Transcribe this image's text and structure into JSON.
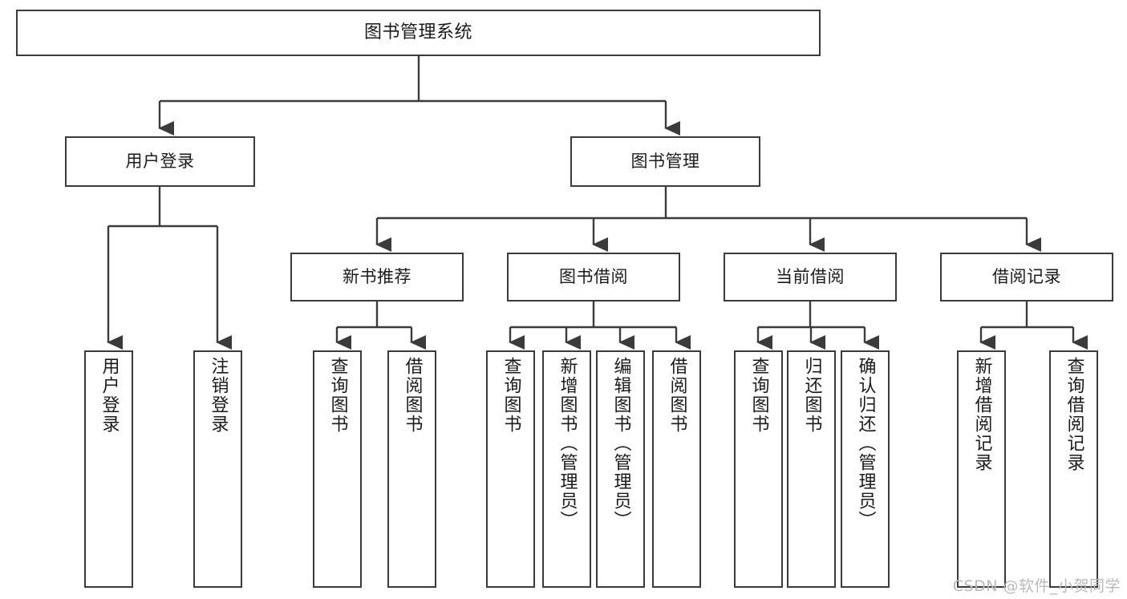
{
  "diagram": {
    "title": "图书管理系统",
    "type": "hierarchy-tree",
    "line_color": "#3b3b3b",
    "box_fill": "#ffffff",
    "text_color": "#1b1b1b",
    "nodes": {
      "root": {
        "label": "图书管理系统"
      },
      "level2": [
        {
          "label": "用户登录"
        },
        {
          "label": "图书管理"
        }
      ],
      "level3": [
        {
          "label": "新书推荐"
        },
        {
          "label": "图书借阅"
        },
        {
          "label": "当前借阅"
        },
        {
          "label": "借阅记录"
        }
      ],
      "leaves": {
        "user_login": [
          {
            "label": "用户登录"
          },
          {
            "label": "注销登录"
          }
        ],
        "new_book_recommend": [
          {
            "label": "查询图书"
          },
          {
            "label": "借阅图书"
          }
        ],
        "book_borrow": [
          {
            "label": "查询图书"
          },
          {
            "label": "新增图书（管理员）"
          },
          {
            "label": "编辑图书（管理员）"
          },
          {
            "label": "借阅图书"
          }
        ],
        "current_borrow": [
          {
            "label": "查询图书"
          },
          {
            "label": "归还图书"
          },
          {
            "label": "确认归还（管理员）"
          }
        ],
        "borrow_record": [
          {
            "label": "新增借阅记录"
          },
          {
            "label": "查询借阅记录"
          }
        ]
      }
    }
  },
  "watermark": {
    "text": "CSDN @软件_小贺同学"
  }
}
